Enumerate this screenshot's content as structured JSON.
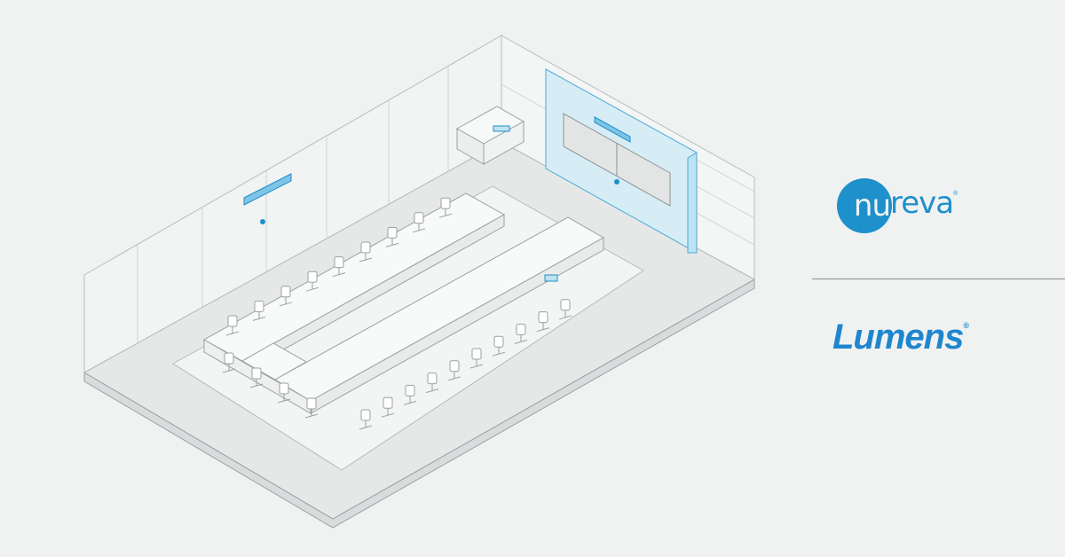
{
  "colors": {
    "background": "#f0f2f2",
    "brand_blue": "#1e90cc",
    "lumens_blue": "#1e86cf",
    "display_glass": "#d6edf6",
    "line": "#9aa0a2"
  },
  "logos": {
    "nureva_circle": "nu",
    "nureva_rest": "reva",
    "nureva_reg": "®",
    "lumens": "Lumens",
    "lumens_reg": "®"
  }
}
